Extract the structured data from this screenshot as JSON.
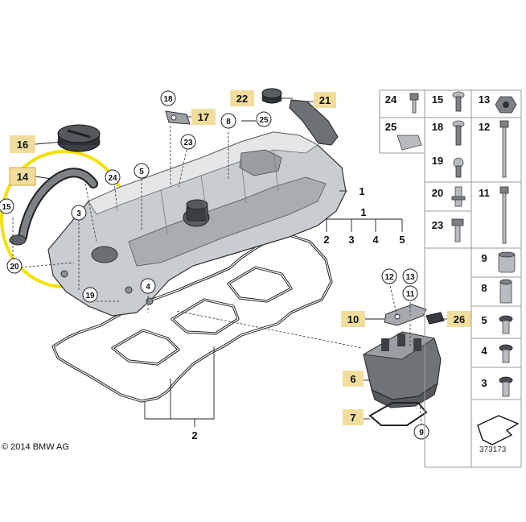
{
  "copyright": "© 2014 BMW AG",
  "diagram_id": "373173",
  "highlight_color": "#f5e100",
  "callout_fill": "#f2de9c",
  "callouts": {
    "c1": "1",
    "c1b": "1",
    "c2": "2",
    "c2b": "2",
    "c3": "3",
    "c3b": "3",
    "c4": "4",
    "c4b": "4",
    "c5": "5",
    "c5b": "5",
    "c6": "6",
    "c7": "7",
    "c8": "8",
    "c9": "9",
    "c10": "10",
    "c11": "11",
    "c12": "12",
    "c13": "13",
    "c14": "14",
    "c15": "15",
    "c16": "16",
    "c17": "17",
    "c18": "18",
    "c19": "19",
    "c20": "20",
    "c21": "21",
    "c22": "22",
    "c23": "23",
    "c24": "24",
    "c25": "25",
    "c26": "26",
    "p1_2": "2",
    "p1_3": "3",
    "p1_4": "4",
    "p1_5": "5"
  },
  "side_panel": {
    "g24": "24",
    "g15": "15",
    "g13": "13",
    "g25": "25",
    "g18": "18",
    "g12": "12",
    "g19": "19",
    "g20": "20",
    "g11": "11",
    "g23": "23",
    "g9": "9",
    "g8": "8",
    "g5": "5",
    "g4": "4",
    "g3": "3"
  }
}
